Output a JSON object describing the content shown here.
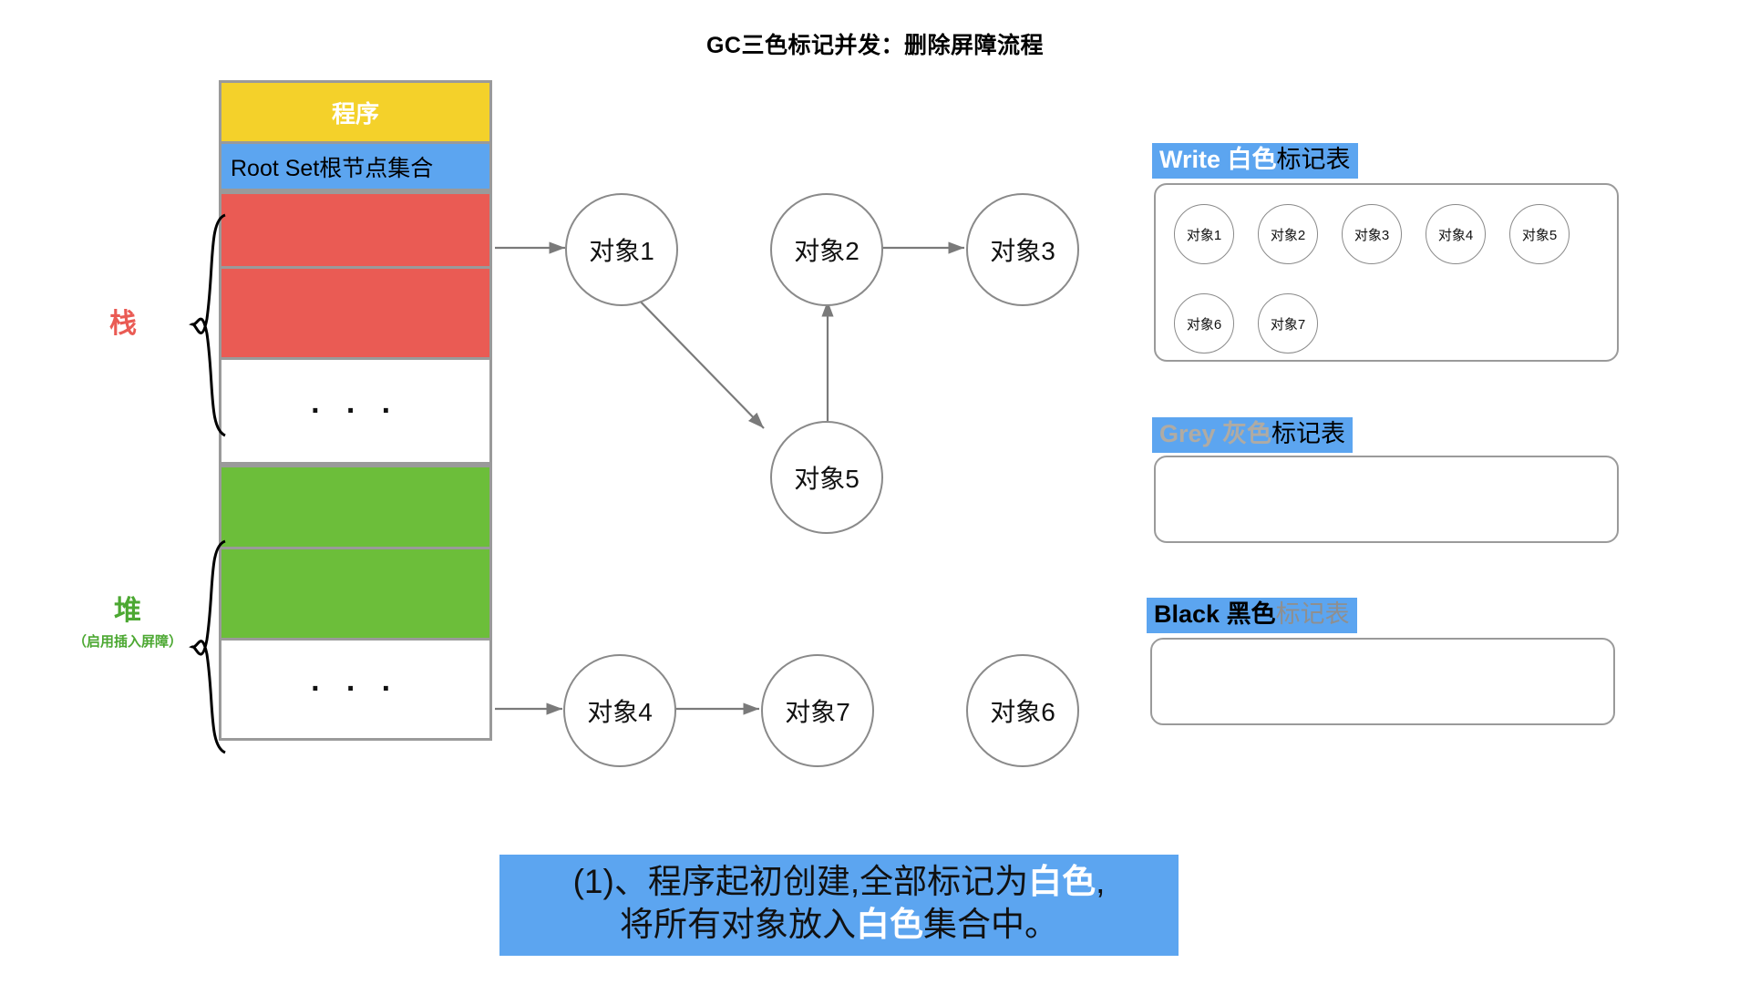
{
  "title": "GC三色标记并发：删除屏障流程",
  "memory_column": {
    "program_label": "程序",
    "root_set_label": "Root Set根节点集合",
    "dots_stack": "· · ·",
    "dots_heap": "· · ·"
  },
  "side_labels": {
    "stack": "栈",
    "heap": "堆",
    "heap_note": "（启用插入屏障）"
  },
  "graph": {
    "nodes": [
      {
        "id": "o1",
        "label": "对象1"
      },
      {
        "id": "o2",
        "label": "对象2"
      },
      {
        "id": "o3",
        "label": "对象3"
      },
      {
        "id": "o5",
        "label": "对象5"
      },
      {
        "id": "o4",
        "label": "对象4"
      },
      {
        "id": "o7",
        "label": "对象7"
      },
      {
        "id": "o6",
        "label": "对象6"
      }
    ],
    "edges": [
      {
        "from": "root-stack",
        "to": "o1"
      },
      {
        "from": "o1",
        "to": "o5"
      },
      {
        "from": "o5",
        "to": "o2"
      },
      {
        "from": "o2",
        "to": "o3"
      },
      {
        "from": "root-heap",
        "to": "o4"
      },
      {
        "from": "o4",
        "to": "o7"
      }
    ]
  },
  "mark_tables": {
    "white": {
      "header_en": "Write ",
      "header_cn_hl": "白色",
      "header_cn": "标记表",
      "items": [
        "对象1",
        "对象2",
        "对象3",
        "对象4",
        "对象5",
        "对象6",
        "对象7"
      ]
    },
    "grey": {
      "header_en": "Grey ",
      "header_cn_hl": "灰色",
      "header_cn": "标记表",
      "items": []
    },
    "black": {
      "header_en": "Black ",
      "header_cn_hl": "黑色",
      "header_cn": "标记表",
      "items": []
    }
  },
  "caption": {
    "line1_a": "(1)、程序起初创建,全部标记为",
    "line1_hl": "白色",
    "line1_b": ",",
    "line2_a": "将所有对象放入",
    "line2_hl": "白色",
    "line2_b": "集合中。"
  },
  "colors": {
    "program": "#F4D12A",
    "root_set": "#5CA5F0",
    "stack_cell": "#EA5B54",
    "heap_cell": "#6CBE3A",
    "accent_blue": "#5CA5F0",
    "stack_label": "#EA5B54",
    "heap_label": "#4CA832"
  }
}
